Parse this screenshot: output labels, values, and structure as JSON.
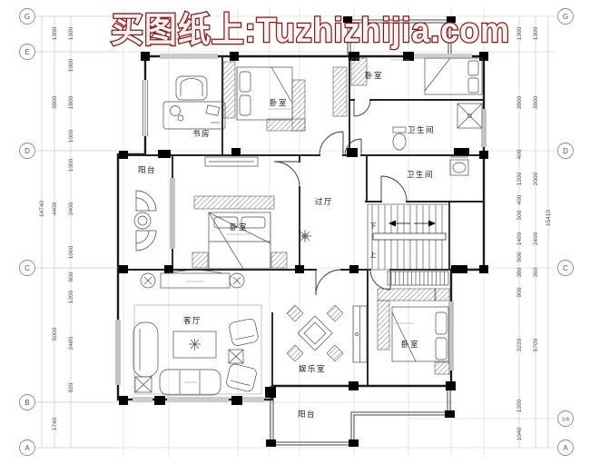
{
  "watermark": {
    "text": "买图纸上:Tuzhizhijia.com",
    "stroke_color": "#8a1414",
    "fill_color": "#fdf2f2"
  },
  "grid": {
    "left": [
      "G",
      "E",
      "D",
      "C",
      "B",
      "A"
    ],
    "right": [
      "G",
      "D",
      "C",
      "1/A",
      "A"
    ]
  },
  "rooms": {
    "study": "书房",
    "bedroom_top": "卧室",
    "bedroom_top_right": "卧室",
    "bathroom_top": "卫生间",
    "balcony_left": "阳台",
    "bedroom_master": "卧室",
    "hall": "过厅",
    "bathroom_mid": "卫生间",
    "living": "客厅",
    "entertainment": "娱乐室",
    "bedroom_bottom": "卧室",
    "balcony_bottom": "阳台"
  },
  "stairs": {
    "down": "下",
    "up": "上"
  },
  "dims": {
    "left_outer": [
      "14740"
    ],
    "left_col1": [
      "1300",
      "3800",
      "4400",
      "5000",
      "1740"
    ],
    "left_col2": [
      "1300",
      "1000",
      "1800",
      "1000",
      "1000",
      "2400",
      "1060",
      "600",
      "1200",
      "2480",
      "820"
    ],
    "right_col1": [
      "1300",
      "3800",
      "400",
      "1200",
      "400",
      "500",
      "1400",
      "500",
      "380",
      "900",
      "3220",
      "1200",
      "1040"
    ],
    "right_col2": [
      "1300",
      "3800",
      "2000",
      "2400",
      "360",
      "5700"
    ],
    "right_outer": [
      "15410"
    ]
  }
}
